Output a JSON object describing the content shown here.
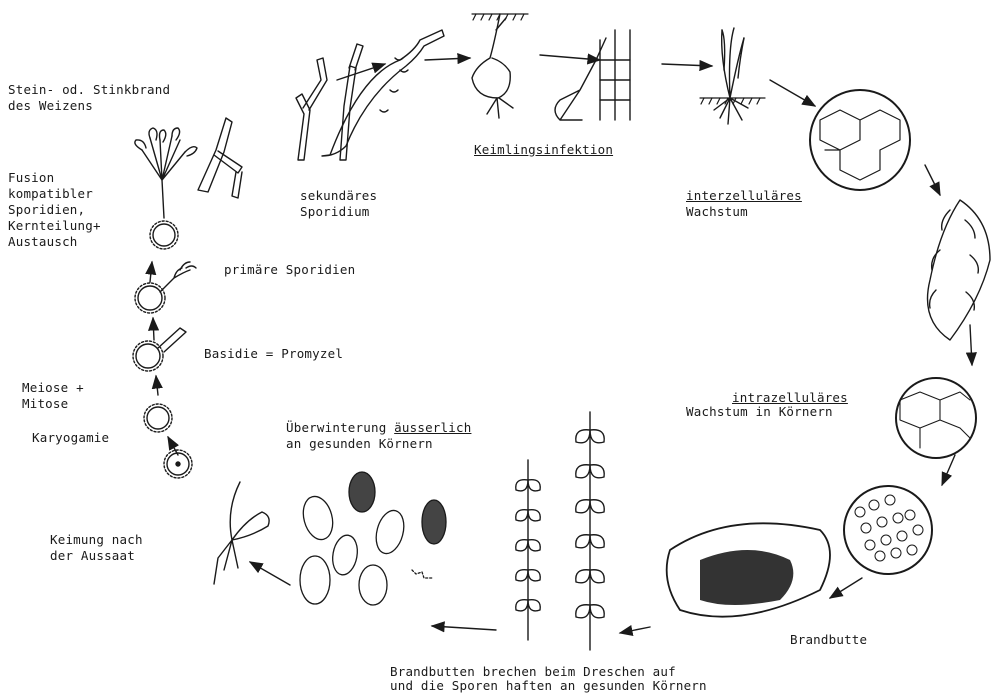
{
  "labels": {
    "title_1": "Stein- od. Stinkbrand",
    "title_2": "des Weizens",
    "fusion_1": "Fusion",
    "fusion_2": "kompatibler",
    "fusion_3": "Sporidien,",
    "fusion_4": "Kernteilung+",
    "fusion_5": "Austausch",
    "sek_1": "sekundäres",
    "sek_2": "Sporidium",
    "keimling": "Keimlingsinfektion",
    "inter_1": "interzelluläres",
    "inter_2": "Wachstum",
    "primaere": "primäre Sporidien",
    "basidie": "Basidie = Promyzel",
    "meiose_1": "Meiose +",
    "meiose_2": "Mitose",
    "karyogamie": "Karyogamie",
    "ueber_1_pre": "Überwinterung ",
    "ueber_1_u": "äusserlich",
    "ueber_2": "an gesunden Körnern",
    "intra_1": "intrazelluläres",
    "intra_2": "Wachstum in Körnern",
    "keimung_1": "Keimung nach",
    "keimung_2": "der Aussaat",
    "brandbutte": "Brandbutte",
    "bottom_1": "Brandbutten brechen beim Dreschen auf",
    "bottom_2": "und die Sporen haften an gesunden Körnern"
  },
  "colors": {
    "ink": "#1a1a1a",
    "background": "#ffffff"
  }
}
